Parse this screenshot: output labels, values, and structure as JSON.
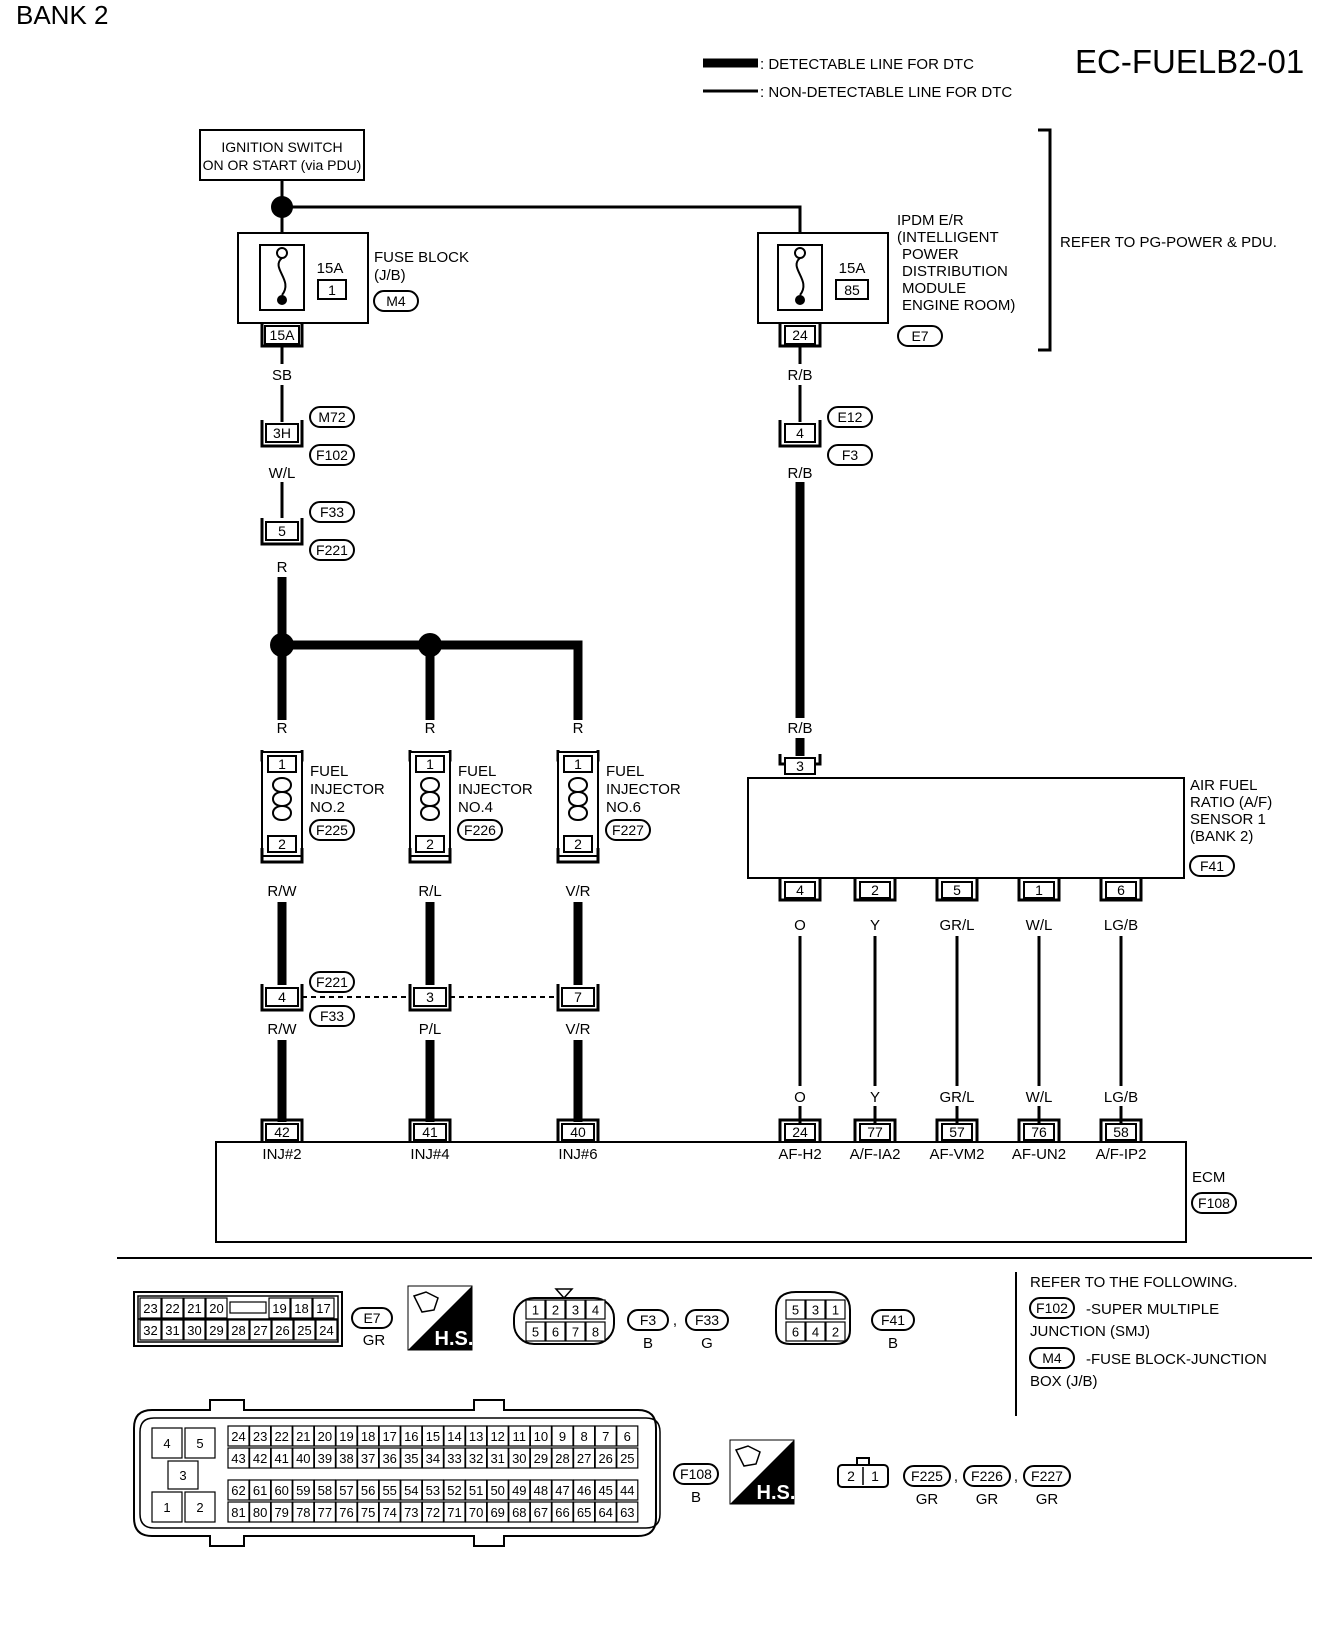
{
  "header": {
    "bank": "BANK 2",
    "code": "EC-FUELB2-01"
  },
  "legend": {
    "detectable": ": DETECTABLE LINE FOR DTC",
    "non_detectable": ": NON-DETECTABLE LINE FOR DTC"
  },
  "ignition": {
    "line1": "IGNITION SWITCH",
    "line2": "ON OR START (via PDU)"
  },
  "fuse_block": {
    "rating": "15A",
    "number": "1",
    "name1": "FUSE BLOCK",
    "name2": "(J/B)",
    "connector": "M4",
    "pin": "15A"
  },
  "ipdm": {
    "rating": "15A",
    "number": "85",
    "name": [
      "IPDM E/R",
      "(INTELLIGENT",
      "POWER",
      "DISTRIBUTION",
      "MODULE",
      "ENGINE ROOM)"
    ],
    "connector": "E7",
    "pin": "24"
  },
  "refer_pg": "REFER TO PG-POWER & PDU.",
  "left_chain": {
    "wire1": "SB",
    "pin_3h": "3H",
    "conn_m72": "M72",
    "conn_f102": "F102",
    "wire2": "W/L",
    "conn_f33": "F33",
    "pin_5": "5",
    "conn_f221": "F221",
    "wire3": "R"
  },
  "right_chain": {
    "wire1": "R/B",
    "pin_4": "4",
    "conn_e12": "E12",
    "conn_f3": "F3",
    "wire2": "R/B",
    "wire3": "R/B"
  },
  "injectors": [
    {
      "wire_in": "R",
      "pin1": "1",
      "pin2": "2",
      "name1": "FUEL",
      "name2": "INJECTOR",
      "name3": "NO.2",
      "connector": "F225",
      "wire_out": "R/W",
      "joint_pin": "4",
      "wire_ecm": "R/W",
      "ecm_pin": "42",
      "ecm_label": "INJ#2"
    },
    {
      "wire_in": "R",
      "pin1": "1",
      "pin2": "2",
      "name1": "FUEL",
      "name2": "INJECTOR",
      "name3": "NO.4",
      "connector": "F226",
      "wire_out": "R/L",
      "joint_pin": "3",
      "wire_ecm": "P/L",
      "ecm_pin": "41",
      "ecm_label": "INJ#4"
    },
    {
      "wire_in": "R",
      "pin1": "1",
      "pin2": "2",
      "name1": "FUEL",
      "name2": "INJECTOR",
      "name3": "NO.6",
      "connector": "F227",
      "wire_out": "V/R",
      "joint_pin": "7",
      "wire_ecm": "V/R",
      "ecm_pin": "40",
      "ecm_label": "INJ#6"
    }
  ],
  "joint": {
    "conn_top": "F221",
    "conn_bottom": "F33"
  },
  "af_sensor": {
    "pin_in": "3",
    "name": [
      "AIR FUEL",
      "RATIO (A/F)",
      "SENSOR 1",
      "(BANK 2)"
    ],
    "connector": "F41",
    "outputs": [
      {
        "pin": "4",
        "wire": "O",
        "ecm_pin": "24",
        "ecm_label": "AF-H2"
      },
      {
        "pin": "2",
        "wire": "Y",
        "ecm_pin": "77",
        "ecm_label": "A/F-IA2"
      },
      {
        "pin": "5",
        "wire": "GR/L",
        "ecm_pin": "57",
        "ecm_label": "AF-VM2"
      },
      {
        "pin": "1",
        "wire": "W/L",
        "ecm_pin": "76",
        "ecm_label": "AF-UN2"
      },
      {
        "pin": "6",
        "wire": "LG/B",
        "ecm_pin": "58",
        "ecm_label": "A/F-IP2"
      }
    ]
  },
  "ecm": {
    "name": "ECM",
    "connector": "F108"
  },
  "refer_following": {
    "title": "REFER TO THE FOLLOWING.",
    "f102": "F102",
    "f102_desc1": "-SUPER MULTIPLE",
    "f102_desc2": "JUNCTION (SMJ)",
    "m4": "M4",
    "m4_desc1": "-FUSE BLOCK-JUNCTION",
    "m4_desc2": "BOX (J/B)"
  },
  "connectors": {
    "e7_top": [
      "23",
      "22",
      "21",
      "20",
      "",
      "19",
      "18",
      "17"
    ],
    "e7_bottom": [
      "32",
      "31",
      "30",
      "29",
      "28",
      "27",
      "26",
      "25",
      "24"
    ],
    "e7_name": "E7",
    "e7_color": "GR",
    "hs": "H.S.",
    "f3_top": [
      "1",
      "2",
      "3",
      "4"
    ],
    "f3_bottom": [
      "5",
      "6",
      "7",
      "8"
    ],
    "f3_name": "F3",
    "f3_color": "B",
    "f33_name": "F33",
    "f33_color": "G",
    "comma": ",",
    "f41_top": [
      "5",
      "3",
      "1"
    ],
    "f41_bottom": [
      "6",
      "4",
      "2"
    ],
    "f41_name": "F41",
    "f41_color": "B",
    "ecm_left": [
      "4",
      "5",
      "3",
      "1",
      "2"
    ],
    "ecm_r1": [
      "24",
      "23",
      "22",
      "21",
      "20",
      "19",
      "18",
      "17",
      "16",
      "15",
      "14",
      "13",
      "12",
      "11",
      "10",
      "9",
      "8",
      "7",
      "6"
    ],
    "ecm_r2": [
      "43",
      "42",
      "41",
      "40",
      "39",
      "38",
      "37",
      "36",
      "35",
      "34",
      "33",
      "32",
      "31",
      "30",
      "29",
      "28",
      "27",
      "26",
      "25"
    ],
    "ecm_r3": [
      "62",
      "61",
      "60",
      "59",
      "58",
      "57",
      "56",
      "55",
      "54",
      "53",
      "52",
      "51",
      "50",
      "49",
      "48",
      "47",
      "46",
      "45",
      "44"
    ],
    "ecm_r4": [
      "81",
      "80",
      "79",
      "78",
      "77",
      "76",
      "75",
      "74",
      "73",
      "72",
      "71",
      "70",
      "69",
      "68",
      "67",
      "66",
      "65",
      "64",
      "63"
    ],
    "f108_name": "F108",
    "f108_color": "B",
    "inj_pins": [
      "2",
      "1"
    ],
    "f225": "F225",
    "f226": "F226",
    "f227": "F227",
    "inj_color": "GR"
  }
}
